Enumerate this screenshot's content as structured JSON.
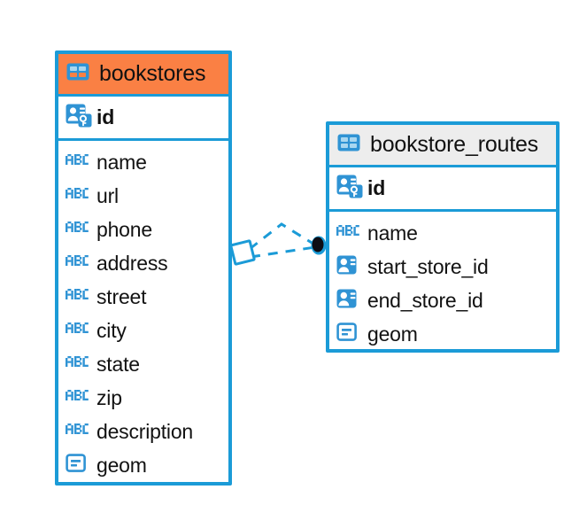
{
  "diagram": {
    "type": "entity-relationship-diagram",
    "background_color": "#ffffff",
    "accent_color": "#1b9bd7",
    "highlight_color": "#fa8044",
    "neutral_header_color": "#ededed"
  },
  "entities": [
    {
      "name": "bookstores",
      "header_style": "accent",
      "primary_keys": [
        {
          "label": "id",
          "icon": "primary-key-icon"
        }
      ],
      "fields": [
        {
          "label": "name",
          "icon": "text-abc-icon"
        },
        {
          "label": "url",
          "icon": "text-abc-icon"
        },
        {
          "label": "phone",
          "icon": "text-abc-icon"
        },
        {
          "label": "address",
          "icon": "text-abc-icon"
        },
        {
          "label": "street",
          "icon": "text-abc-icon"
        },
        {
          "label": "city",
          "icon": "text-abc-icon"
        },
        {
          "label": "state",
          "icon": "text-abc-icon"
        },
        {
          "label": "zip",
          "icon": "text-abc-icon"
        },
        {
          "label": "description",
          "icon": "text-abc-icon"
        },
        {
          "label": "geom",
          "icon": "geometry-icon"
        }
      ]
    },
    {
      "name": "bookstore_routes",
      "header_style": "neutral",
      "primary_keys": [
        {
          "label": "id",
          "icon": "primary-key-icon"
        }
      ],
      "fields": [
        {
          "label": "name",
          "icon": "text-abc-icon"
        },
        {
          "label": "start_store_id",
          "icon": "foreign-key-icon"
        },
        {
          "label": "end_store_id",
          "icon": "foreign-key-icon"
        },
        {
          "label": "geom",
          "icon": "geometry-icon"
        }
      ]
    }
  ],
  "relationship": {
    "from_entity": "bookstores",
    "to_entity": "bookstore_routes",
    "line_style": "dashed",
    "line_color": "#1b9bd7",
    "source_marker": "diamond-outline",
    "target_marker": "filled-circle"
  }
}
